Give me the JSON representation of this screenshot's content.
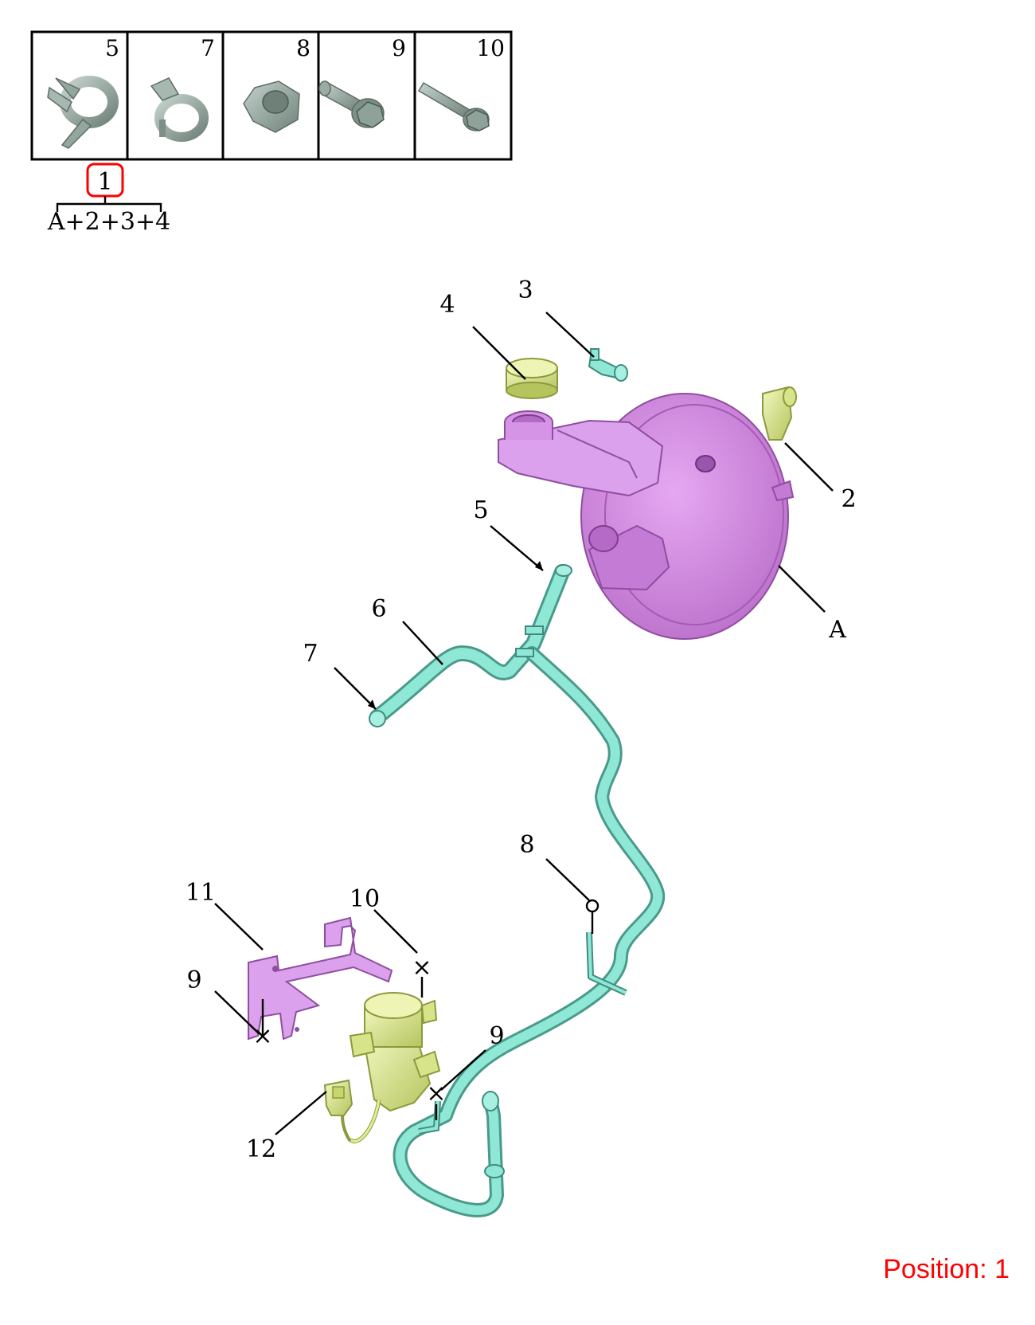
{
  "kit_table": {
    "cells": [
      {
        "num": "5",
        "icon": "hose-clamp-icon"
      },
      {
        "num": "7",
        "icon": "spring-clamp-icon"
      },
      {
        "num": "8",
        "icon": "hex-nut-icon"
      },
      {
        "num": "9",
        "icon": "flange-bolt-icon"
      },
      {
        "num": "10",
        "icon": "long-bolt-icon"
      }
    ],
    "set_number": "1",
    "set_contents": "A+2+3+4"
  },
  "callouts": {
    "c2": "2",
    "c3": "3",
    "c4": "4",
    "c5": "5",
    "c6": "6",
    "c7": "7",
    "c8": "8",
    "c9a": "9",
    "c9b": "9",
    "c10": "10",
    "c11": "11",
    "c12": "12",
    "cA": "A"
  },
  "parts": {
    "booster": "brake-booster-assembly",
    "hose": "vacuum-hose",
    "pump": "electric-vacuum-pump",
    "bracket": "pump-mounting-bracket",
    "sensor": "pressure-sensor",
    "cap": "reservoir-cap",
    "valve": "check-valve"
  },
  "colors": {
    "booster": "#d98ee8",
    "hose": "#8fe8d6",
    "yellow_parts": "#e2ee96",
    "bracket": "#d98ee8",
    "grey_parts": "#8fa29a",
    "highlight": "#ff0000"
  },
  "position_text": "Position: 1"
}
